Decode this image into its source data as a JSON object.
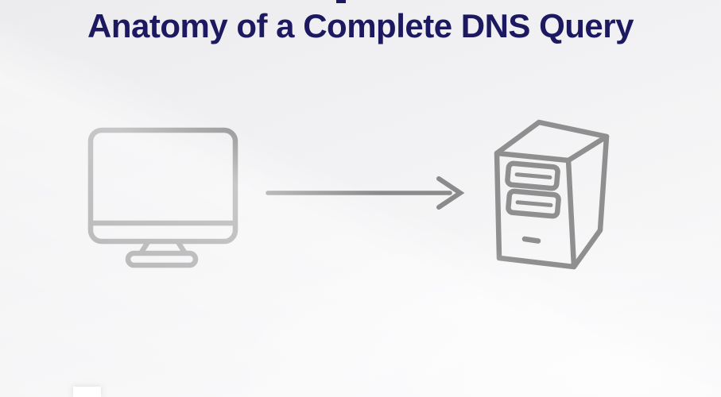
{
  "slide": {
    "title": "Anatomy of a Complete DNS Query"
  },
  "diagram": {
    "nodes": [
      {
        "icon": "desktop-computer-icon",
        "position": "left"
      },
      {
        "icon": "server-tower-icon",
        "position": "right"
      }
    ],
    "connector": {
      "icon": "arrow-right-icon",
      "direction": "left-to-right"
    }
  },
  "colors": {
    "title": "#1c1960",
    "text_fragment": "#1c1960",
    "background": "#f2f2f4",
    "monitor_icon": "#9a9a9a",
    "arrow": "#8b8b8b",
    "server_icon": "#8f8f8f",
    "caption_peek": "#ffffff"
  }
}
